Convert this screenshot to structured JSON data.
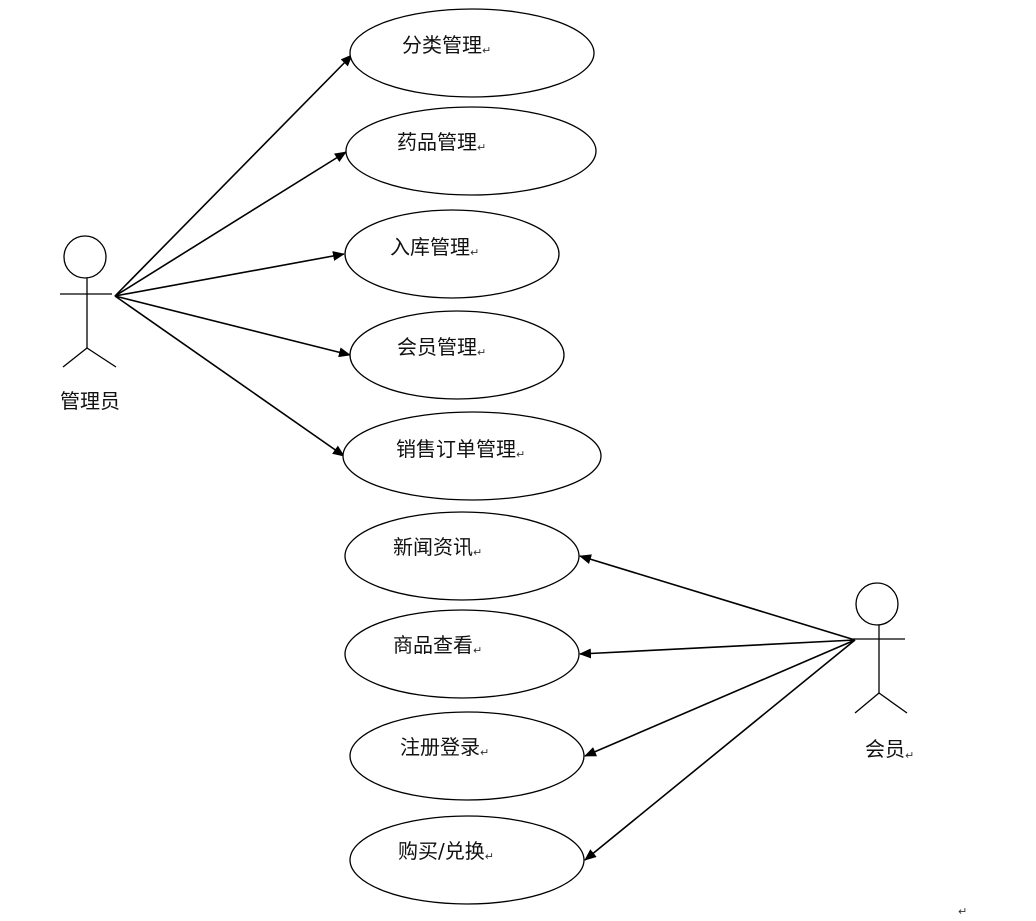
{
  "para_mark": "↵",
  "actors": {
    "admin": {
      "label": "管理员"
    },
    "member": {
      "label": "会员",
      "mark": "↵"
    }
  },
  "use_cases": {
    "category": {
      "label": "分类管理",
      "mark": "↵"
    },
    "medicine": {
      "label": "药品管理",
      "mark": "↵"
    },
    "stock_in": {
      "label": "入库管理",
      "mark": "↵"
    },
    "member_mgmt": {
      "label": "会员管理",
      "mark": "↵"
    },
    "sales_order": {
      "label": "销售订单管理",
      "mark": "↵"
    },
    "news": {
      "label": "新闻资讯",
      "mark": "↵"
    },
    "product_view": {
      "label": "商品查看",
      "mark": "↵"
    },
    "register_login": {
      "label": "注册登录",
      "mark": "↵"
    },
    "purchase_exchange": {
      "label": "购买/兑换",
      "mark": "↵"
    }
  },
  "colors": {
    "line": "#000000",
    "background": "#ffffff"
  }
}
